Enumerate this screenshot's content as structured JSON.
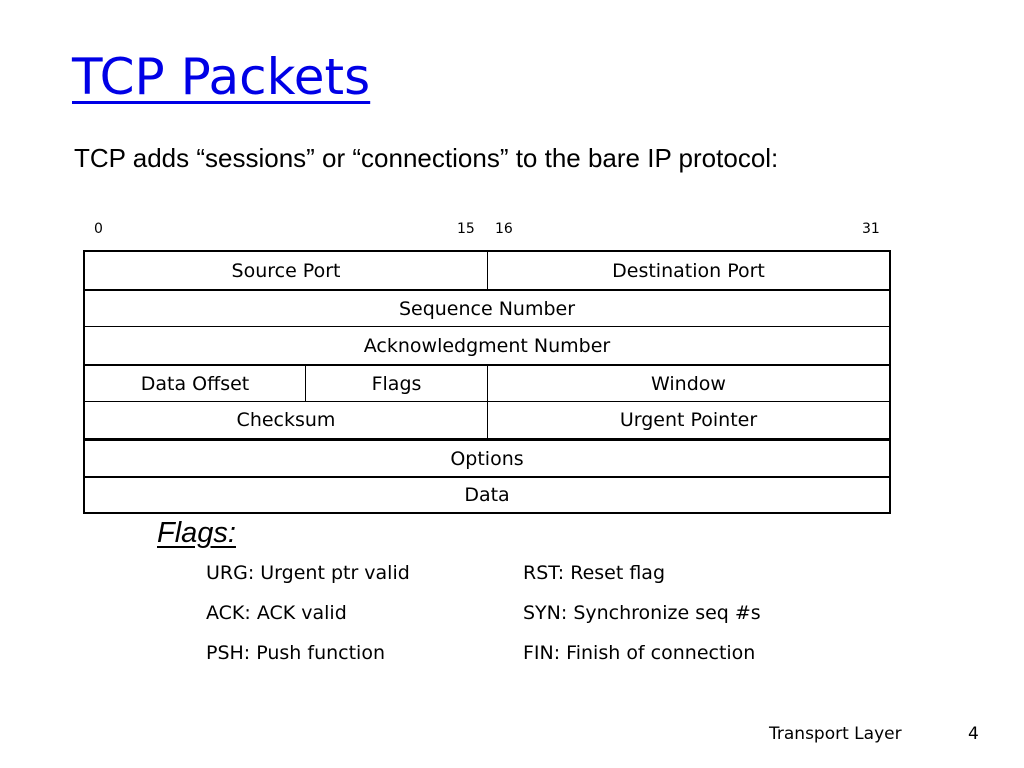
{
  "title": "TCP Packets",
  "subtitle": "TCP adds “sessions” or “connections” to the bare IP protocol:",
  "bit_labels": [
    "0",
    "15",
    "16",
    "31"
  ],
  "header_fields": {
    "source_port": "Source Port",
    "destination_port": "Destination Port",
    "sequence_number": "Sequence Number",
    "acknowledgment_number": "Acknowledgment Number",
    "data_offset": "Data Offset",
    "flags": "Flags",
    "window": "Window",
    "checksum": "Checksum",
    "urgent_pointer": "Urgent Pointer",
    "options": "Options",
    "data": "Data"
  },
  "flags_section": {
    "heading": "Flags:",
    "items": [
      "URG: Urgent ptr valid",
      "RST: Reset flag",
      "ACK: ACK valid",
      "SYN: Synchronize seq #s",
      "PSH: Push function",
      "FIN: Finish of connection"
    ]
  },
  "footer": {
    "label": "Transport Layer",
    "page": "4"
  },
  "colors": {
    "title": "#0000e6",
    "text": "#000000",
    "background": "#ffffff"
  }
}
